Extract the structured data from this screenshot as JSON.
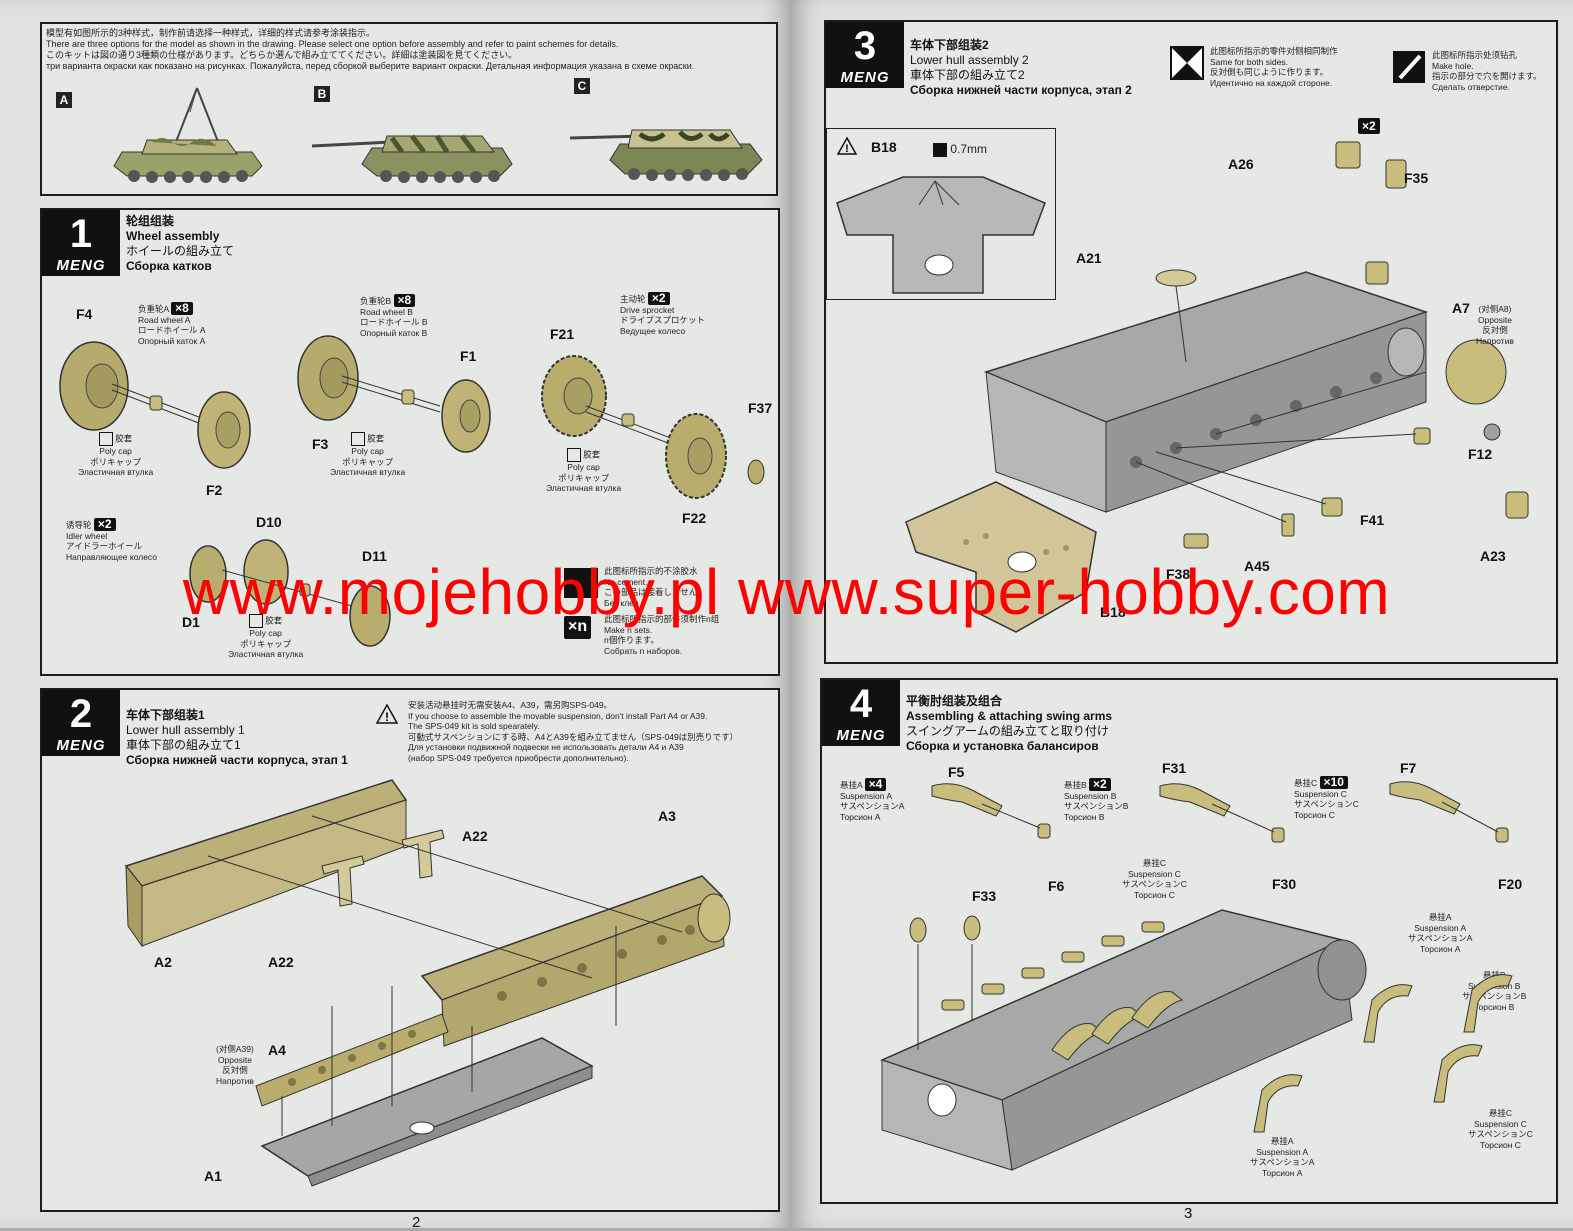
{
  "intro": {
    "lines": [
      "模型有如图所示的3种样式，制作前请选择一种样式，详细的样式请参考涂装指示。",
      "There are three options for the model as shown in the drawing. Please select one option before assembly and refer to paint schemes for details.",
      "このキットは図の通り3種類の仕様があります。どちらか選んで組み立ててください。詳細は塗装図を見てください。",
      "три варианта окраски как показано на рисунках. Пожалуйста, перед сборкой выберите вариант окраски. Детальная информация указана в схеме окраски."
    ],
    "options": [
      "A",
      "B",
      "C"
    ]
  },
  "brand": "MENG",
  "step1": {
    "number": "1",
    "title_cn": "轮组组装",
    "title_en": "Wheel assembly",
    "title_jp": "ホイールの組み立て",
    "title_ru": "Сборка катков",
    "road_a": {
      "cn": "负重轮A",
      "en": "Road wheel A",
      "jp": "ロードホイール A",
      "ru": "Опорный каток A",
      "count": "×8"
    },
    "road_b": {
      "cn": "负重轮B",
      "en": "Road wheel B",
      "jp": "ロードホイール B",
      "ru": "Опорный каток B",
      "count": "×8"
    },
    "sprocket": {
      "cn": "主动轮",
      "en": "Drive sprocket",
      "jp": "ドライブスプロケット",
      "ru": "Ведущее колесо",
      "count": "×2"
    },
    "idler": {
      "cn": "诱导轮",
      "en": "Idler wheel",
      "jp": "アイドラーホイール",
      "ru": "Направляющее колесо",
      "count": "×2"
    },
    "polycap": {
      "cn": "胶套",
      "en": "Poly cap",
      "jp": "ポリキャップ",
      "ru": "Эластичная втулка"
    },
    "parts": [
      "F4",
      "F3",
      "F2",
      "F1",
      "F21",
      "F22",
      "F37",
      "D10",
      "D11",
      "D1"
    ],
    "legend_glue": {
      "cn": "此图标所指示的不涂胶水",
      "en": "No cement.",
      "jp": "この部品は接着しません",
      "ru": "Без клея"
    },
    "legend_n": {
      "badge": "×n",
      "cn": "此图标所指示的部件须制作n组",
      "en": "Make n sets.",
      "jp": "n個作ります。",
      "ru": "Собрать n наборов."
    }
  },
  "step2": {
    "number": "2",
    "title_cn": "车体下部组装1",
    "title_en": "Lower hull assembly 1",
    "title_jp": "車体下部の組み立て1",
    "title_ru": "Сборка нижней части корпуса, этап 1",
    "warning": [
      "安装活动悬挂时无需安装A4、A39，需另购SPS-049。",
      "If you choose to assemble the movable suspension, don't install Part A4 or A39.",
      "The SPS-049 kit is sold spearately.",
      "可動式サスペンションにする時、A4とA39を組み立てません（SPS-049は別売りです）",
      "Для установки подвижной подвески не использовать детали A4 и A39",
      "(набор SPS-049 требуется приобрести дополнительно)."
    ],
    "opposite": {
      "cn": "(对侧A39)",
      "en": "Opposite",
      "jp": "反対側",
      "ru": "Напротив"
    },
    "parts": [
      "A2",
      "A22",
      "A22",
      "A3",
      "A4",
      "A1"
    ]
  },
  "step3": {
    "number": "3",
    "title_cn": "车体下部组装2",
    "title_en": "Lower hull assembly 2",
    "title_jp": "車体下部の組み立て2",
    "title_ru": "Сборка нижней части корпуса, этап 2",
    "same_both": {
      "cn": "此图标所指示的零件对侧相同制作",
      "en": "Same for both sides.",
      "jp": "反対側も同じように作ります。",
      "ru": "Идентично на каждой стороне."
    },
    "make_hole": {
      "cn": "此图标所指示处须钻孔",
      "en": "Make hole.",
      "jp": "指示の部分で穴を開けます。",
      "ru": "Сделать отверстие."
    },
    "drill": "0.7mm",
    "opposite": {
      "cn": "(对侧A8)",
      "en": "Opposite",
      "jp": "反対側",
      "ru": "Напротив"
    },
    "count_x2": "×2",
    "parts": [
      "B18",
      "A26",
      "F35",
      "A21",
      "A7",
      "F12",
      "A23",
      "F41",
      "A45",
      "F38",
      "B18"
    ]
  },
  "step4": {
    "number": "4",
    "title_cn": "平衡肘组装及组合",
    "title_en": "Assembling & attaching swing arms",
    "title_jp": "スイングアームの組み立てと取り付け",
    "title_ru": "Сборка и установка балансиров",
    "susp_a": {
      "cn": "悬挂A",
      "en": "Suspension A",
      "jp": "サスペンションA",
      "ru": "Торсион A",
      "count": "×4"
    },
    "susp_b": {
      "cn": "悬挂B",
      "en": "Suspension B",
      "jp": "サスペンションB",
      "ru": "Торсион B",
      "count": "×2"
    },
    "susp_c": {
      "cn": "悬挂C",
      "en": "Suspension C",
      "jp": "サスペンションC",
      "ru": "Торсион C",
      "count": "×10"
    },
    "parts": [
      "F5",
      "F6",
      "F31",
      "F30",
      "F7",
      "F20",
      "F33"
    ]
  },
  "page_numbers": [
    "2",
    "3"
  ],
  "watermark": "www.mojehobby.pl www.super-hobby.com",
  "colors": {
    "page": "#dfe1df",
    "border": "#1c1c1c",
    "olive": "#b9ad6e",
    "grey": "#9ea19f",
    "watermark": "#ff0000"
  }
}
